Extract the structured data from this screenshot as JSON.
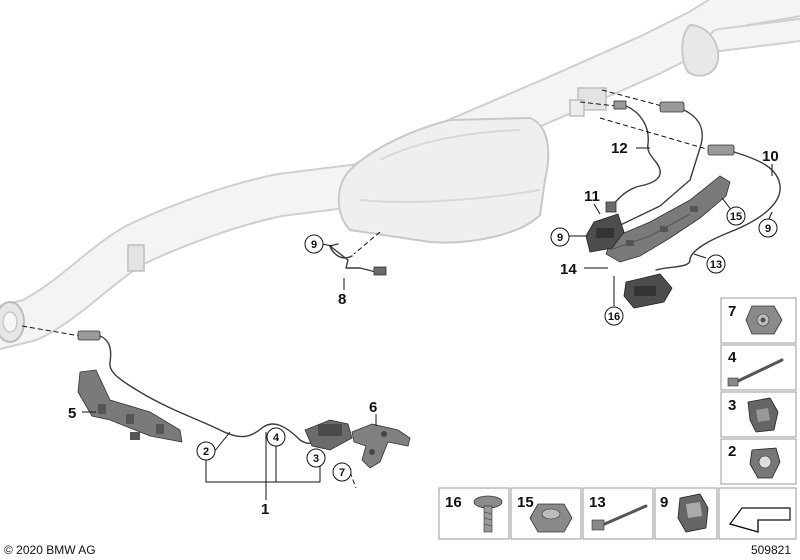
{
  "callouts": {
    "c1": "1",
    "c2": "2",
    "c3": "3",
    "c4": "4",
    "c5": "5",
    "c6": "6",
    "c7": "7",
    "c8": "8",
    "c9a": "9",
    "c9b": "9",
    "c9c": "9",
    "c10": "10",
    "c11": "11",
    "c12": "12",
    "c13": "13",
    "c14": "14",
    "c15": "15",
    "c16": "16"
  },
  "side_panel": {
    "p7": "7",
    "p4": "4",
    "p3": "3",
    "p2": "2"
  },
  "bottom_panel": {
    "p16": "16",
    "p15": "15",
    "p13": "13",
    "p9": "9"
  },
  "footer": {
    "copyright": "© 2020 BMW AG",
    "diagram_number": "509821"
  },
  "colors": {
    "pipe": "#e6e6e6",
    "part": "#6b6b6b",
    "line": "#111111"
  },
  "icons": {
    "arrow": "flag-arrow-icon"
  }
}
